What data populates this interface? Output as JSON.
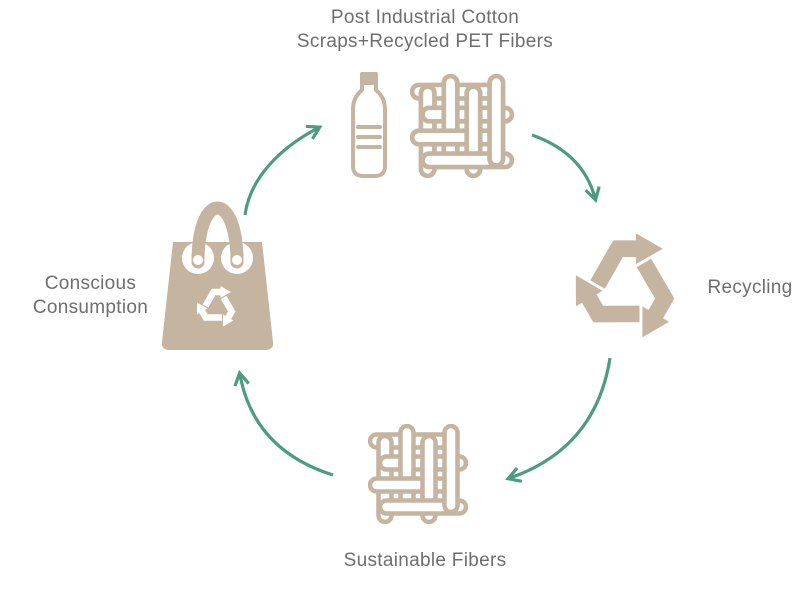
{
  "diagram": {
    "type": "cycle",
    "direction": "clockwise",
    "nodes": [
      {
        "id": "recycled-materials",
        "position": "top",
        "label": "Post Industrial Cotton Scraps+Recycled PET Fibers",
        "icons": [
          "plastic-bottle",
          "woven-fabric"
        ]
      },
      {
        "id": "recycling",
        "position": "right",
        "label": "Recycling",
        "icons": [
          "recycling-arrows"
        ]
      },
      {
        "id": "sustainable-fibers",
        "position": "bottom",
        "label": "Sustainable Fibers",
        "icons": [
          "woven-fabric"
        ]
      },
      {
        "id": "conscious-consumption",
        "position": "left",
        "label": "Conscious Consumption",
        "icons": [
          "shopping-bag-with-recycle-symbol"
        ]
      }
    ],
    "flows": [
      {
        "from": "conscious-consumption",
        "to": "recycled-materials"
      },
      {
        "from": "recycled-materials",
        "to": "recycling"
      },
      {
        "from": "recycling",
        "to": "sustainable-fibers"
      },
      {
        "from": "sustainable-fibers",
        "to": "conscious-consumption"
      }
    ]
  },
  "labels": {
    "top_line1": "Post Industrial Cotton",
    "top_line2": "Scraps+Recycled PET Fibers",
    "right": "Recycling",
    "left_line1": "Conscious",
    "left_line2": "Consumption",
    "bottom": "Sustainable Fibers"
  },
  "colors": {
    "icon_tan": "#c4b4a0",
    "arrow_teal": "#4d9b81",
    "text_gray": "#6e6e6e",
    "background": "#ffffff"
  }
}
